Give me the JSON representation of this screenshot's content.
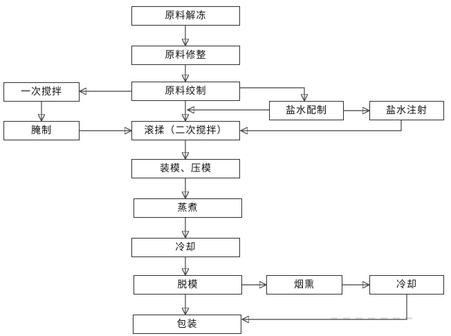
{
  "diagram": {
    "type": "flowchart",
    "description": "Meat product processing flow",
    "background_color": "#ffffff",
    "box_border_color": "#2d2d2d",
    "line_color": "#3f3f3f",
    "text_color": "#111111"
  },
  "nodes": [
    {
      "id": "thawing",
      "label": "原料解冻"
    },
    {
      "id": "trimming",
      "label": "原料修整"
    },
    {
      "id": "first-mixing",
      "label": "一次搅拌"
    },
    {
      "id": "grinding",
      "label": "原料绞制"
    },
    {
      "id": "curing",
      "label": "腌制"
    },
    {
      "id": "tumbling",
      "label": "滚揉（二次搅拌）"
    },
    {
      "id": "brine-preparation",
      "label": "盐水配制"
    },
    {
      "id": "brine-injection",
      "label": "盐水注射"
    },
    {
      "id": "molding-pressing",
      "label": "装模、压模"
    },
    {
      "id": "cooking",
      "label": "蒸煮"
    },
    {
      "id": "cooling",
      "label": "冷却"
    },
    {
      "id": "demolding",
      "label": "脱模"
    },
    {
      "id": "smoking",
      "label": "烟熏"
    },
    {
      "id": "smoke-cooling",
      "label": "冷却"
    },
    {
      "id": "packaging",
      "label": "包装"
    }
  ],
  "edges": [
    {
      "from": "thawing",
      "to": "trimming"
    },
    {
      "from": "trimming",
      "to": "grinding"
    },
    {
      "from": "grinding",
      "to": "first-mixing"
    },
    {
      "from": "first-mixing",
      "to": "curing"
    },
    {
      "from": "curing",
      "to": "tumbling"
    },
    {
      "from": "grinding",
      "to": "tumbling"
    },
    {
      "from": "grinding",
      "to": "brine-preparation"
    },
    {
      "from": "brine-preparation",
      "to": "brine-injection"
    },
    {
      "from": "brine-preparation",
      "to": "tumbling"
    },
    {
      "from": "brine-injection",
      "to": "tumbling"
    },
    {
      "from": "tumbling",
      "to": "molding-pressing"
    },
    {
      "from": "molding-pressing",
      "to": "cooking"
    },
    {
      "from": "cooking",
      "to": "cooling"
    },
    {
      "from": "cooling",
      "to": "demolding"
    },
    {
      "from": "demolding",
      "to": "packaging"
    },
    {
      "from": "demolding",
      "to": "smoking"
    },
    {
      "from": "smoking",
      "to": "smoke-cooling"
    },
    {
      "from": "smoke-cooling",
      "to": "packaging"
    }
  ]
}
